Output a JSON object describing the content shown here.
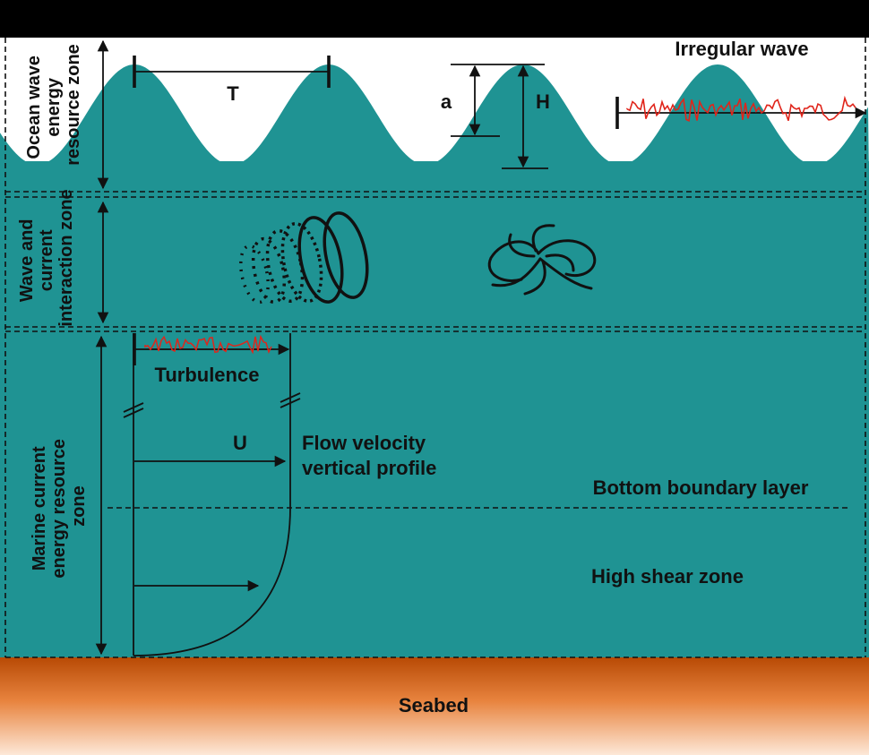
{
  "colors": {
    "sea": "#1f9393",
    "sky": "#ffffff",
    "frame": "#000000",
    "seabed_top": "#b84a05",
    "seabed_bottom": "#fde8d8",
    "signal": "#e0251b",
    "ink": "#111111"
  },
  "zones": {
    "ocean_wave": "Ocean wave energy resource zone",
    "interaction": "Wave and current interaction zone",
    "marine_current": "Marine current energy resource zone"
  },
  "labels": {
    "period": "T",
    "amplitude": "a",
    "height": "H",
    "irregular_wave": "Irregular wave",
    "turbulence": "Turbulence",
    "velocity": "U",
    "flow_profile_line1": "Flow velocity",
    "flow_profile_line2": "vertical profile",
    "boundary_layer": "Bottom boundary layer",
    "shear_zone": "High shear zone",
    "seabed": "Seabed"
  },
  "icons": [
    "helical-vortex-icon",
    "spiral-vortex-icon"
  ]
}
